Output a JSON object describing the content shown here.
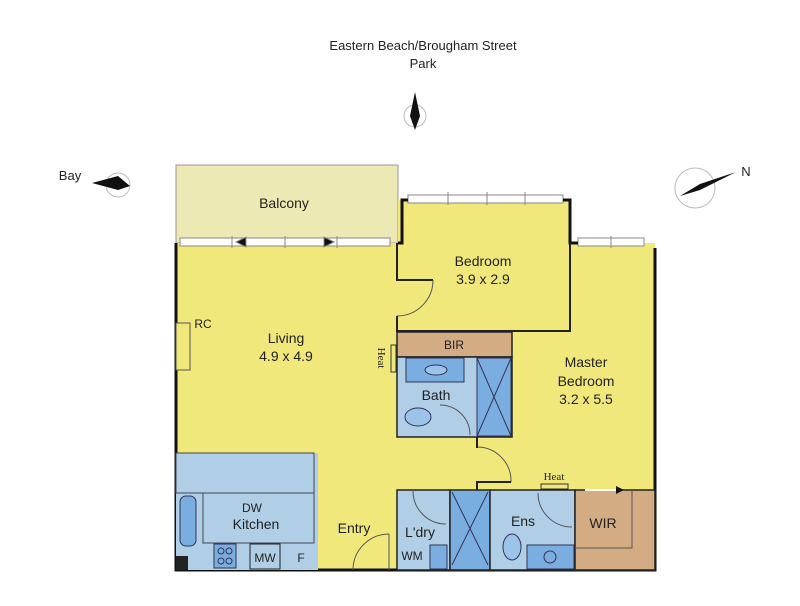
{
  "header": {
    "street_line1": "Eastern Beach/Brougham Street",
    "street_line2": "Park"
  },
  "orientation": {
    "bay_label": "Bay",
    "north_label": "N"
  },
  "rooms": {
    "balcony": "Balcony",
    "bedroom": {
      "name": "Bedroom",
      "size": "3.9 x 2.9"
    },
    "living": {
      "name": "Living",
      "size": "4.9 x 4.9"
    },
    "master": {
      "name1": "Master",
      "name2": "Bedroom",
      "size": "3.2 x 5.5"
    },
    "bir": "BIR",
    "bath": "Bath",
    "kitchen": "Kitchen",
    "entry": "Entry",
    "laundry": "L'dry",
    "ensuite": "Ens",
    "wir": "WIR"
  },
  "fixtures": {
    "rc": "RC",
    "heat_living": "Heat",
    "heat_master": "Heat",
    "dw": "DW",
    "mw": "MW",
    "fridge": "F",
    "wm": "WM"
  },
  "colors": {
    "living": "#f0e87a",
    "balcony": "#ece9b5",
    "wet": "#b0cfe6",
    "fixture": "#7aaee0",
    "storage": "#d4ac84"
  }
}
